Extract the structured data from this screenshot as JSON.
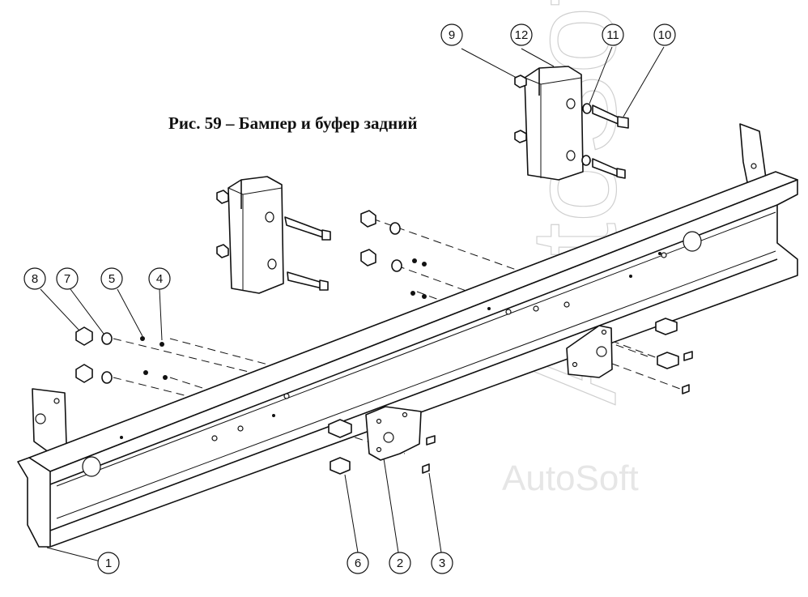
{
  "figure": {
    "title": "Рис. 59 – Бампер и буфер задний",
    "watermarks": [
      "AutoSoft",
      "AutoSoft"
    ]
  },
  "callouts": [
    {
      "id": "c1",
      "label": "1"
    },
    {
      "id": "c2",
      "label": "2"
    },
    {
      "id": "c3",
      "label": "3"
    },
    {
      "id": "c4",
      "label": "4"
    },
    {
      "id": "c5",
      "label": "5"
    },
    {
      "id": "c6",
      "label": "6"
    },
    {
      "id": "c7",
      "label": "7"
    },
    {
      "id": "c8",
      "label": "8"
    },
    {
      "id": "c9",
      "label": "9"
    },
    {
      "id": "c10",
      "label": "10"
    },
    {
      "id": "c11",
      "label": "11"
    },
    {
      "id": "c12",
      "label": "12"
    }
  ]
}
